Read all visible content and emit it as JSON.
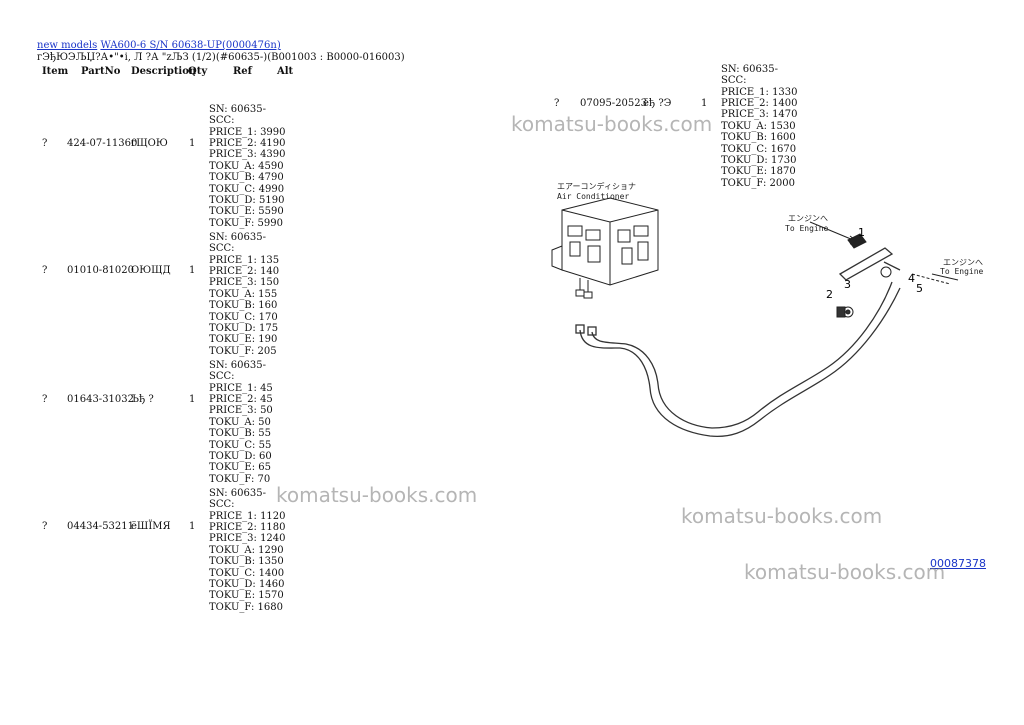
{
  "breadcrumb": {
    "link1": "new models",
    "link2": "WA600-6 S/N 60638-UP(0000476n)"
  },
  "subtitle": "гЭђЮЭЉЏ?А•\"•і, Л ?А \"zЉЗ (1/2)(#60635-)(B001003 : B0000-016003)",
  "table": {
    "headers": {
      "item": "Item",
      "partno": "PartNo",
      "description": "Description",
      "qty": "Qty",
      "ref": "Ref",
      "alt": "Alt"
    },
    "rows": [
      {
        "item": "?",
        "partno": "424-07-11360",
        "description": "гЩОЮ",
        "qty": "1",
        "lines": [
          "SN: 60635-",
          "SCC:",
          "PRICE_1: 3990",
          "PRICE_2: 4190",
          "PRICE_3: 4390",
          "TOKU_A: 4590",
          "TOKU_B: 4790",
          "TOKU_C: 4990",
          "TOKU_D: 5190",
          "TOKU_E: 5590",
          "TOKU_F: 5990"
        ]
      },
      {
        "item": "?",
        "partno": "01010-81020",
        "description": "ОЮЩД",
        "qty": "1",
        "lines": [
          "SN: 60635-",
          "SCC:",
          "PRICE_1: 135",
          "PRICE_2: 140",
          "PRICE_3: 150",
          "TOKU_A: 155",
          "TOKU_B: 160",
          "TOKU_C: 170",
          "TOKU_D: 175",
          "TOKU_E: 190",
          "TOKU_F: 205"
        ]
      },
      {
        "item": "?",
        "partno": "01643-31032",
        "description": "Ъђ ?",
        "qty": "1",
        "lines": [
          "SN: 60635-",
          "SCC:",
          "PRICE_1: 45",
          "PRICE_2: 45",
          "PRICE_3: 50",
          "TOKU_A: 50",
          "TOKU_B: 55",
          "TOKU_C: 55",
          "TOKU_D: 60",
          "TOKU_E: 65",
          "TOKU_F: 70"
        ]
      },
      {
        "item": "?",
        "partno": "04434-53211",
        "description": "ёШЇМЯ",
        "qty": "1",
        "lines": [
          "SN: 60635-",
          "SCC:",
          "PRICE_1: 1120",
          "PRICE_2: 1180",
          "PRICE_3: 1240",
          "TOKU_A: 1290",
          "TOKU_B: 1350",
          "TOKU_C: 1400",
          "TOKU_D: 1460",
          "TOKU_E: 1570",
          "TOKU_F: 1680"
        ]
      },
      {
        "item": "?",
        "partno": "07095-20523",
        "description": "ёђ ?Э",
        "qty": "1",
        "lines": [
          "SN: 60635-",
          "SCC:",
          "PRICE_1: 1330",
          "PRICE_2: 1400",
          "PRICE_3: 1470",
          "TOKU_A: 1530",
          "TOKU_B: 1600",
          "TOKU_C: 1670",
          "TOKU_D: 1730",
          "TOKU_E: 1870",
          "TOKU_F: 2000"
        ]
      }
    ]
  },
  "watermark": "komatsu-books.com",
  "diagram": {
    "label_ac_jp": "エアーコンディショナ",
    "label_ac_en": "Air Conditioner",
    "label_engine_jp_1": "エンジンへ",
    "label_engine_en_1": "To Engine",
    "label_engine_jp_2": "エンジンへ",
    "label_engine_en_2": "To Engine",
    "callouts": [
      "1",
      "2",
      "3",
      "4",
      "5"
    ],
    "figure_number": "00087378"
  }
}
